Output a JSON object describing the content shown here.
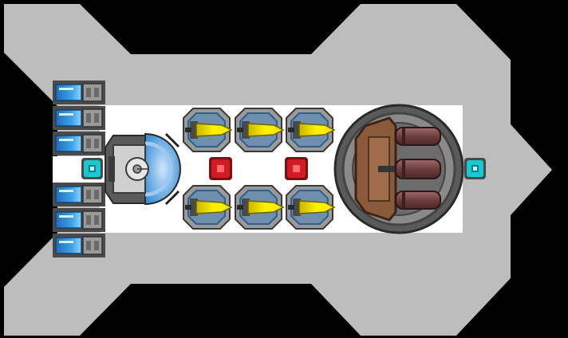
{
  "scene": "ship-layout",
  "colors": {
    "background": "#000000",
    "hull": "#bdbdbd",
    "deck": "#ffffff",
    "frame_dark": "#4a4a4a",
    "frame_mid": "#7a7a7a",
    "blue_glow": "#2f8fd8",
    "cyan_node": "#18c9d4",
    "red_node": "#d01a24",
    "yellow_core": "#f2e600",
    "hatch_brown": "#8a5a3a",
    "barrel": "#7a4848"
  },
  "modules": {
    "side_cells_count": 6,
    "turrets_count": 6,
    "cyan_nodes_count": 2,
    "red_nodes_count": 2
  }
}
